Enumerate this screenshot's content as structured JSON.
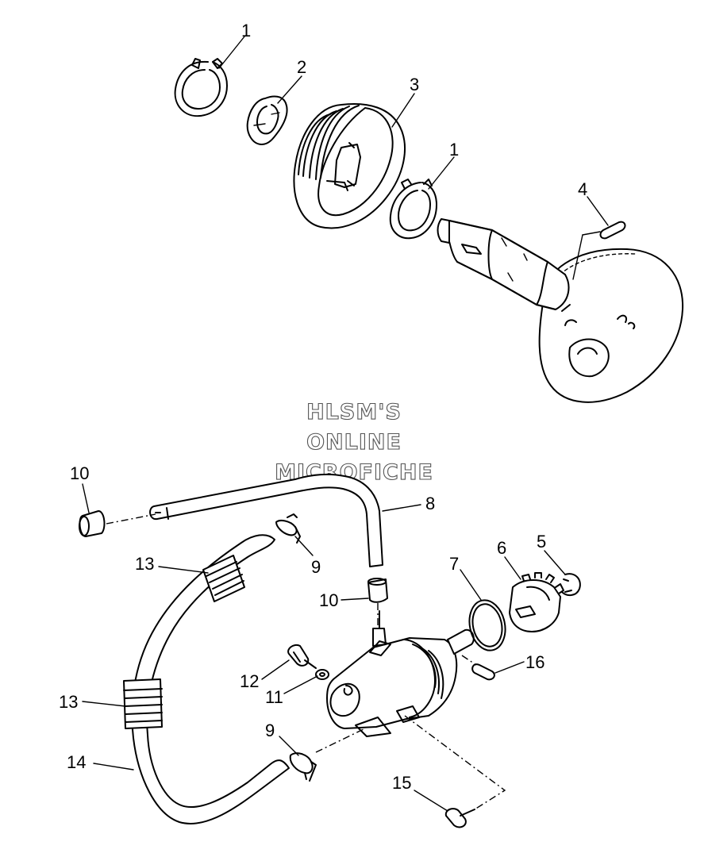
{
  "watermark": {
    "line1": "HLSM'S",
    "line2": "ONLINE",
    "line3": "MICROFICHE"
  },
  "callouts": [
    {
      "id": "c1a",
      "text": "1"
    },
    {
      "id": "c2",
      "text": "2"
    },
    {
      "id": "c3",
      "text": "3"
    },
    {
      "id": "c1b",
      "text": "1"
    },
    {
      "id": "c4",
      "text": "4"
    },
    {
      "id": "c10a",
      "text": "10"
    },
    {
      "id": "c8",
      "text": "8"
    },
    {
      "id": "c13a",
      "text": "13"
    },
    {
      "id": "c9a",
      "text": "9"
    },
    {
      "id": "c10b",
      "text": "10"
    },
    {
      "id": "c7",
      "text": "7"
    },
    {
      "id": "c6",
      "text": "6"
    },
    {
      "id": "c5",
      "text": "5"
    },
    {
      "id": "c12",
      "text": "12"
    },
    {
      "id": "c11",
      "text": "11"
    },
    {
      "id": "c16",
      "text": "16"
    },
    {
      "id": "c13b",
      "text": "13"
    },
    {
      "id": "c9b",
      "text": "9"
    },
    {
      "id": "c14",
      "text": "14"
    },
    {
      "id": "c15",
      "text": "15"
    }
  ]
}
